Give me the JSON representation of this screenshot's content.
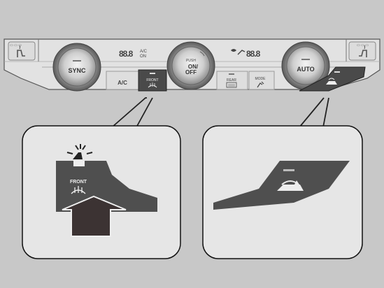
{
  "panel": {
    "sync_label": "SYNC",
    "auto_label": "AUTO",
    "ac_indicator": "A/C",
    "ac_indicator_sub": "ON",
    "ac_button_label": "A/C",
    "front_label": "FRONT",
    "push_label": "PUSH",
    "onoff_top": "ON/",
    "onoff_bottom": "OFF",
    "rear_label": "REAR",
    "mode_label": "MODE",
    "left_temp_display": "88.8",
    "right_temp_display": "88.8"
  },
  "callout_left": {
    "front_label": "FRONT"
  },
  "icons": [
    "seat-heater-icon",
    "front-defrost-icon",
    "rear-defrost-icon",
    "recirculation-icon",
    "mode-icon",
    "fan-icon",
    "indicator-light-icon",
    "press-arrow-icon"
  ],
  "colors": {
    "background": "#c8c8c8",
    "panel_face": "#e4e4e4",
    "dark_button": "#4a4a4a",
    "callout_bg": "#e6e6e6",
    "arrow_dark": "#3c3333"
  }
}
